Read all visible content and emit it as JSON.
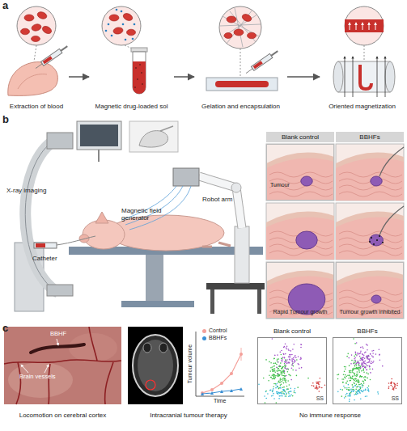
{
  "diagram": {
    "nodes": [
      {
        "text": [
          "Extraction of blood"
        ]
      },
      {
        "text": [
          "Magnetic drug-loaded sol"
        ]
      },
      {
        "text": [
          "Gelation and encapsulation"
        ]
      },
      {
        "text": [
          "Oriented magnetization"
        ]
      },
      {
        "text": [
          "Blank control"
        ]
      },
      {
        "text": [
          "Tumour"
        ],
        "in": 4
      },
      {
        "text": [
          "Rapid Tumour growth"
        ],
        "in": 4
      },
      {
        "text": [
          "BBHFs"
        ]
      },
      {
        "text": [
          "Tumour growth inhibited"
        ],
        "in": 7
      },
      {
        "text": [
          "Blank control",
          "SS"
        ]
      },
      {
        "text": [
          "BBHFs",
          "SS"
        ]
      }
    ],
    "edges": [
      {
        "from": 0,
        "to": 1,
        "arrow": "to"
      },
      {
        "from": 1,
        "to": 2,
        "arrow": "to"
      },
      {
        "from": 2,
        "to": 3,
        "arrow": "to"
      }
    ],
    "labels": [
      "a",
      "b",
      "c",
      "X-ray imaging",
      "Catheter",
      "Magnetic field generator",
      "Robot arm",
      "BBHF",
      "Brain vessels",
      "Locomotion on cerebral cortex",
      "Intracranial tumour therapy",
      "Tumour volume",
      "Time",
      "No immune response"
    ],
    "legend": [
      {
        "text": "Control",
        "color": "#f4a09a"
      },
      {
        "text": "BBHFs",
        "color": "#3a8fd4"
      }
    ]
  }
}
